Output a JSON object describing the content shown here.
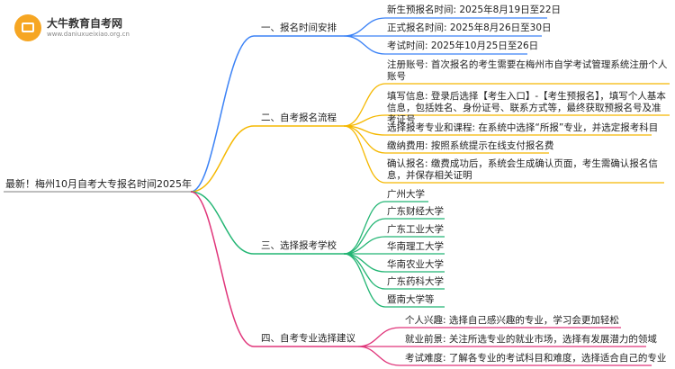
{
  "logo": {
    "name": "大牛教育自考网",
    "url": "www.daniuxueixiao.org.cn",
    "icon": "graduation-book-icon"
  },
  "root": {
    "label": "最新！梅州10月自考大专报名时间2025年"
  },
  "colors": {
    "b1": "#3b82f6",
    "b2": "#f5b800",
    "b3": "#22b573",
    "b4": "#e0357a",
    "root": "#a9a9a9"
  },
  "branches": [
    {
      "label": "一、报名时间安排",
      "children": [
        "新生预报名时间: 2025年8月19日至22日",
        "正式报名时间: 2025年8月26日至30日",
        "考试时间: 2025年10月25日至26日"
      ]
    },
    {
      "label": "二、自考报名流程",
      "children": [
        "注册账号: 首次报名的考生需要在梅州市自学考试管理系统注册个人账号",
        "填写信息: 登录后选择【考生入口】-【考生预报名】，填写个人基本信息，包括姓名、身份证号、联系方式等，最终获取预报名号及准考证号",
        "选择报考专业和课程: 在系统中选择“所报”专业，并选定报考科目",
        "缴纳费用: 按照系统提示在线支付报名费",
        "确认报名: 缴费成功后，系统会生成确认页面，考生需确认报名信息，并保存相关证明"
      ]
    },
    {
      "label": "三、选择报考学校",
      "children": [
        "广州大学",
        "广东财经大学",
        "广东工业大学",
        "华南理工大学",
        "华南农业大学",
        "广东药科大学",
        "暨南大学等"
      ]
    },
    {
      "label": "四、自考专业选择建议",
      "children": [
        "个人兴趣: 选择自己感兴趣的专业，学习会更加轻松",
        "就业前景: 关注所选专业的就业市场，选择有发展潜力的领域",
        "考试难度: 了解各专业的考试科目和难度，选择适合自己的专业"
      ]
    }
  ]
}
